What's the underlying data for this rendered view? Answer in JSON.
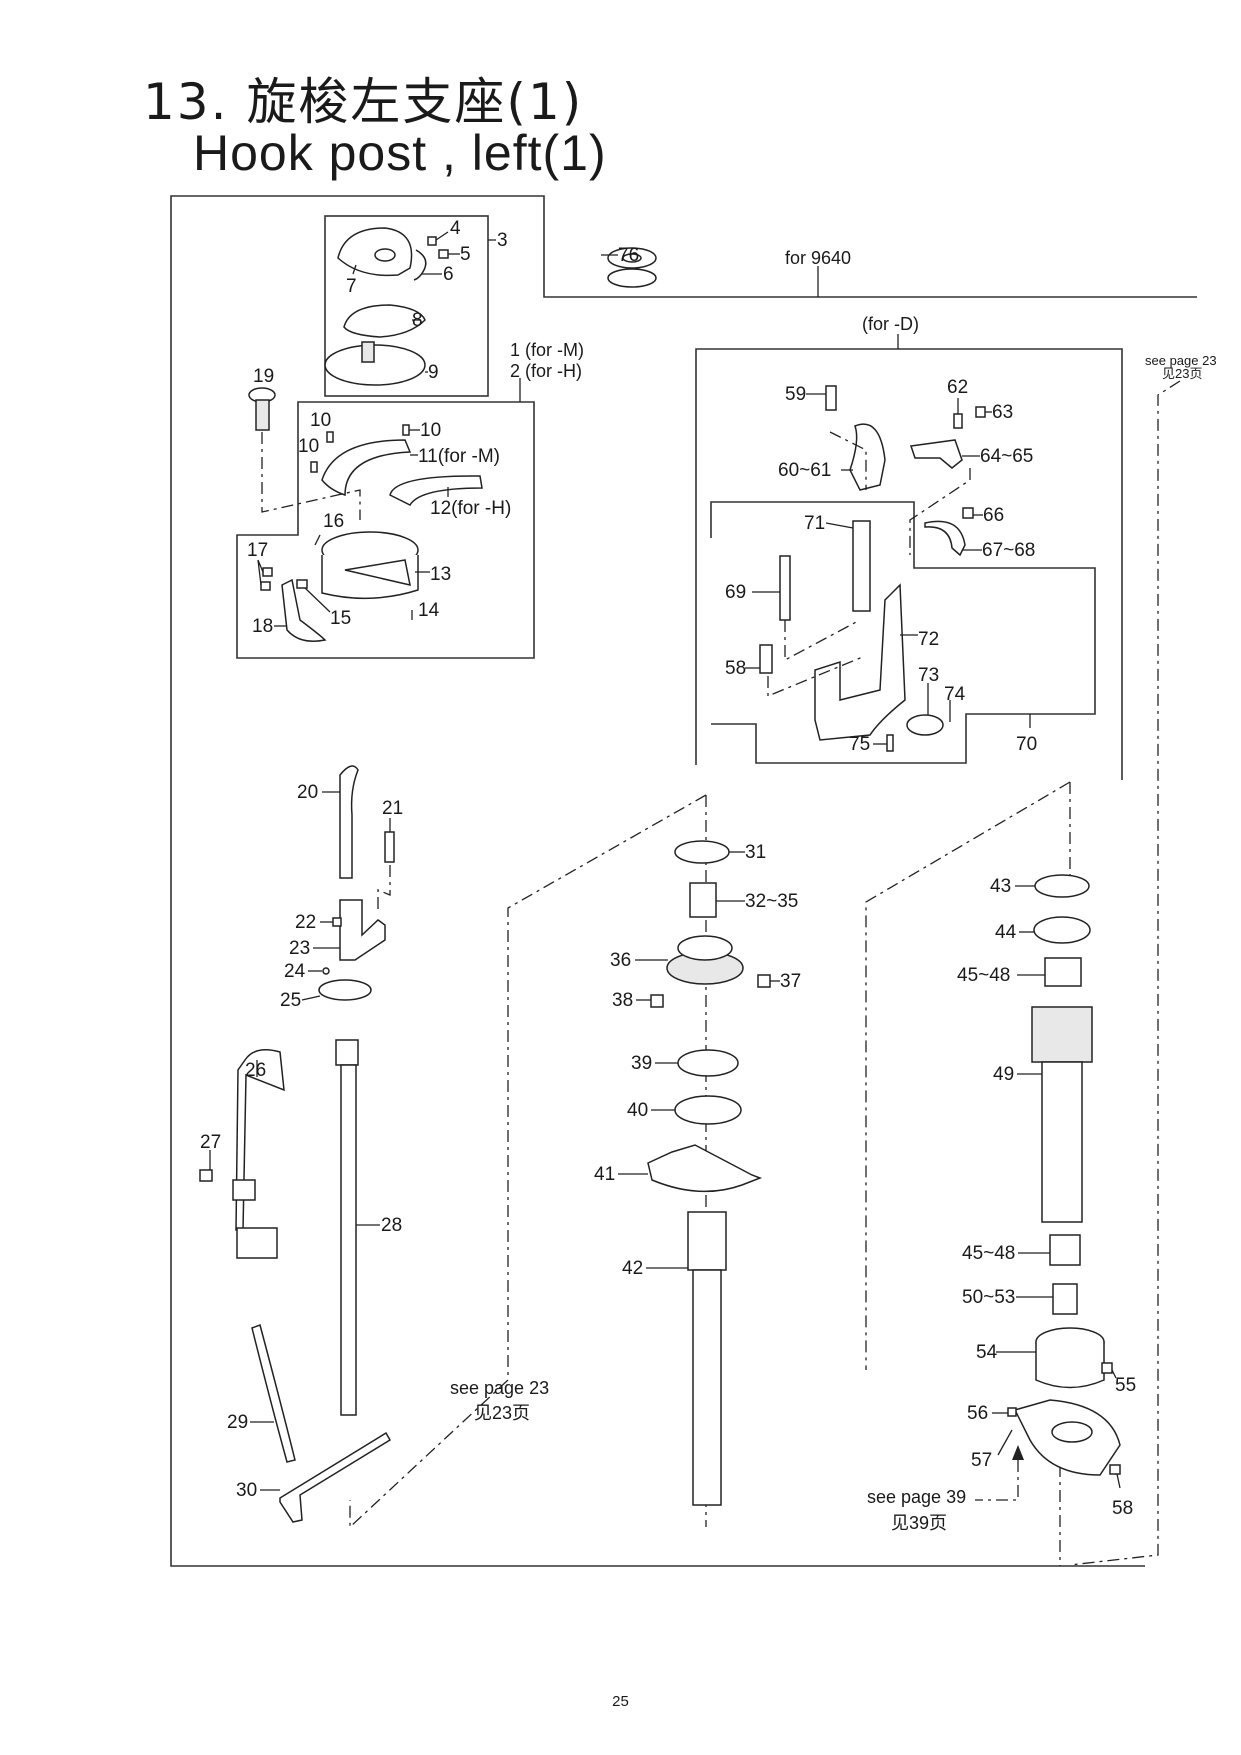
{
  "title": {
    "number": "13.",
    "chinese": "旋梭左支座(1)",
    "english": "Hook post , left(1)"
  },
  "page_number": "25",
  "notes": {
    "for_9640": "for 9640",
    "for_D": "(for -D)",
    "for_M_1": "1 (for -M)",
    "for_H_2": "2 (for -H)",
    "see_page_23_top": "see page 23",
    "see_page_23_top_cn": "见23页",
    "see_page_23_bottom": "see page 23",
    "see_page_23_bottom_cn": "见23页",
    "see_page_39": "see page 39",
    "see_page_39_cn": "见39页"
  },
  "part_labels": {
    "p3": "3",
    "p4": "4",
    "p5": "5",
    "p6": "6",
    "p7": "7",
    "p8": "8",
    "p9": "9",
    "p10a": "10",
    "p10b": "10",
    "p10c": "10",
    "p11": "11(for -M)",
    "p12": "12(for -H)",
    "p13": "13",
    "p14": "14",
    "p15": "15",
    "p16": "16",
    "p17": "17",
    "p18": "18",
    "p19": "19",
    "p20": "20",
    "p21": "21",
    "p22": "22",
    "p23": "23",
    "p24": "24",
    "p25": "25",
    "p26": "26",
    "p27": "27",
    "p28": "28",
    "p29": "29",
    "p30": "30",
    "p31": "31",
    "p32_35": "32~35",
    "p36": "36",
    "p37": "37",
    "p38": "38",
    "p39": "39",
    "p40": "40",
    "p41": "41",
    "p42": "42",
    "p43": "43",
    "p44": "44",
    "p45_48a": "45~48",
    "p49": "49",
    "p45_48b": "45~48",
    "p50_53": "50~53",
    "p54": "54",
    "p55": "55",
    "p56": "56",
    "p57": "57",
    "p58b": "58",
    "p58a": "58",
    "p59": "59",
    "p60_61": "60~61",
    "p62": "62",
    "p63": "63",
    "p64_65": "64~65",
    "p66": "66",
    "p67_68": "67~68",
    "p69": "69",
    "p70": "70",
    "p71": "71",
    "p72": "72",
    "p73": "73",
    "p74": "74",
    "p75": "75",
    "p76": "76"
  }
}
